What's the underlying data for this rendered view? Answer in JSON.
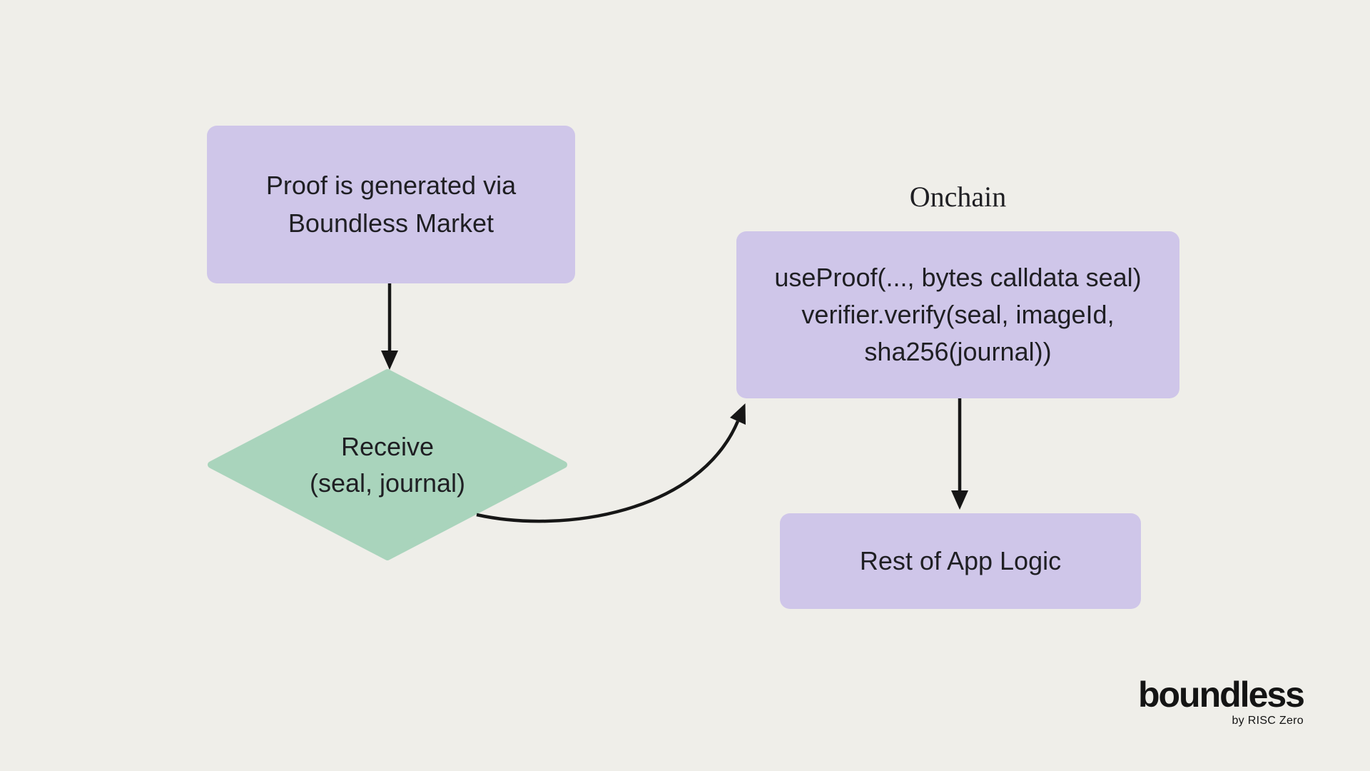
{
  "theme": {
    "bg": "#EFEEE9",
    "node_fill": "#CFC6E9",
    "diamond_fill": "#A9D4BC",
    "arrow": "#161616",
    "text": "#1F1F23",
    "logo": "#141414"
  },
  "nodes": {
    "proof": {
      "line1": "Proof is generated via",
      "line2": "Boundless Market"
    },
    "receive": {
      "line1": "Receive",
      "line2": "(seal, journal)"
    },
    "use_proof": {
      "line1": "useProof(..., bytes calldata seal)",
      "line2": "verifier.verify(seal, imageId,",
      "line3": "sha256(journal))"
    },
    "rest": {
      "label": "Rest of App Logic"
    }
  },
  "labels": {
    "onchain": "Onchain"
  },
  "logo": {
    "brand": "boundless",
    "byline": "by RISC Zero"
  }
}
